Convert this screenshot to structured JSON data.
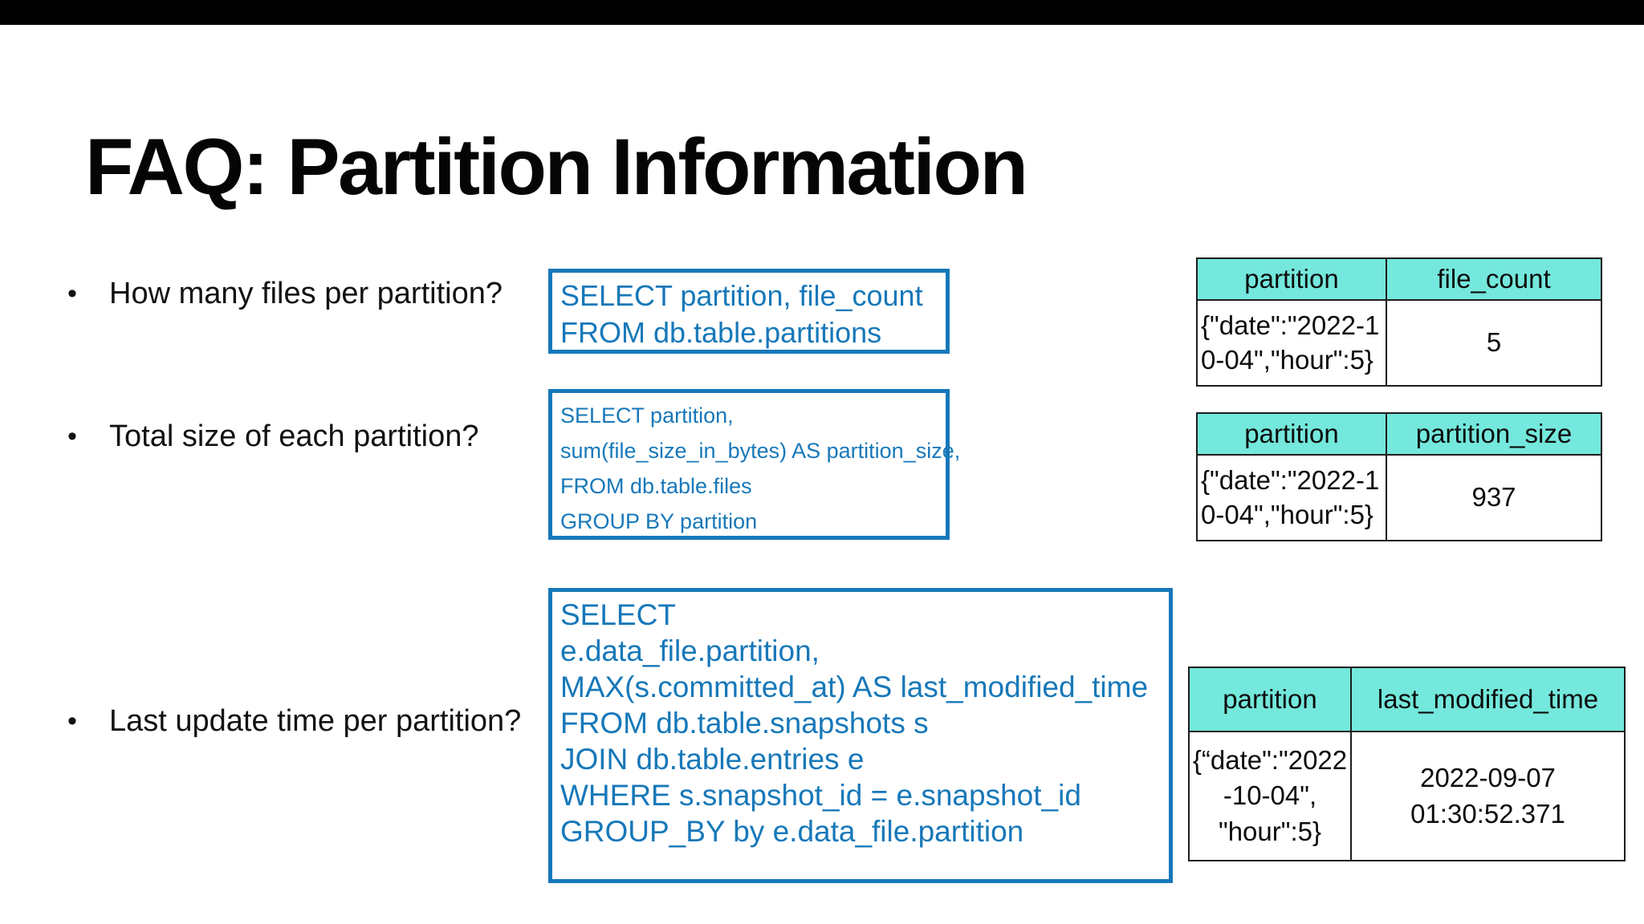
{
  "slide": {
    "title": "FAQ: Partition Information",
    "bullets": [
      "How many files per partition?",
      "Total size of each partition?",
      "Last update time per partition?"
    ]
  },
  "sql_boxes": [
    {
      "lines": [
        "SELECT partition, file_count",
        "FROM db.table.partitions"
      ]
    },
    {
      "lines": [
        "SELECT partition,",
        "sum(file_size_in_bytes) AS partition_size,",
        "FROM db.table.files",
        "GROUP BY partition"
      ]
    },
    {
      "lines": [
        "SELECT",
        "e.data_file.partition,",
        "MAX(s.committed_at) AS last_modified_time",
        "FROM db.table.snapshots s",
        "JOIN db.table.entries e",
        "WHERE s.snapshot_id = e.snapshot_id",
        "GROUP_BY by e.data_file.partition"
      ]
    }
  ],
  "tables": [
    {
      "headers": [
        "partition",
        "file_count"
      ],
      "row": {
        "partition": "{\"date\":\"2022-10-04\",\"hour\":5}",
        "value": "5"
      }
    },
    {
      "headers": [
        "partition",
        "partition_size"
      ],
      "row": {
        "partition": "{\"date\":\"2022-10-04\",\"hour\":5}",
        "value": "937"
      }
    },
    {
      "headers": [
        "partition",
        "last_modified_time"
      ],
      "row": {
        "partition": "{“date\":\"2022\n-10-04\",\n\"hour\":5}",
        "value": "2022-09-07\n01:30:52.371"
      }
    }
  ],
  "bullet_glyph": "•",
  "colors": {
    "sql_blue": "#1778B9",
    "table_header_cyan": "#74E8DC",
    "top_bar_black": "#000000",
    "text_black": "#0c0c0c"
  }
}
